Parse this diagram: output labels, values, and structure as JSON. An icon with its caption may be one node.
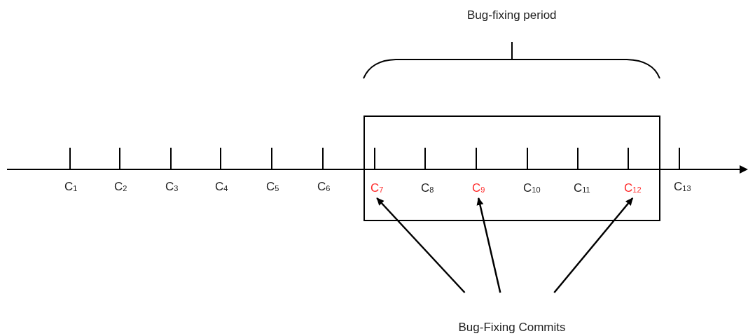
{
  "diagram": {
    "nodes": [
      {
        "text": [
          "C$_{1}$"
        ]
      },
      {
        "text": [
          "C$_{2}$"
        ]
      },
      {
        "text": [
          "C$_{3}$"
        ]
      },
      {
        "text": [
          "C$_{4}$"
        ]
      },
      {
        "text": [
          "C$_{5}$"
        ]
      },
      {
        "text": [
          "C$_{6}$"
        ]
      },
      {
        "text": [],
        "shape": "box"
      },
      {
        "text": [
          "C$_{7}$"
        ],
        "in": 6
      },
      {
        "text": [
          "C$_{8}$"
        ],
        "in": 6
      },
      {
        "text": [
          "C$_{9}$"
        ],
        "in": 6
      },
      {
        "text": [
          "C$_{10}$"
        ],
        "in": 6
      },
      {
        "text": [
          "C$_{11}$"
        ],
        "in": 6
      },
      {
        "text": [
          "C$_{12}$"
        ],
        "in": 6
      },
      {
        "text": [
          "C$_{13}$"
        ]
      },
      {
        "text": [
          "Bug-Fixing Commits"
        ]
      }
    ],
    "edges": [
      {
        "from": 14,
        "to": 7,
        "arrow": "to"
      },
      {
        "from": 14,
        "to": 9,
        "arrow": "to"
      },
      {
        "from": 14,
        "to": 12,
        "arrow": "to"
      }
    ],
    "labels": [
      "Bug-fixing period"
    ]
  }
}
